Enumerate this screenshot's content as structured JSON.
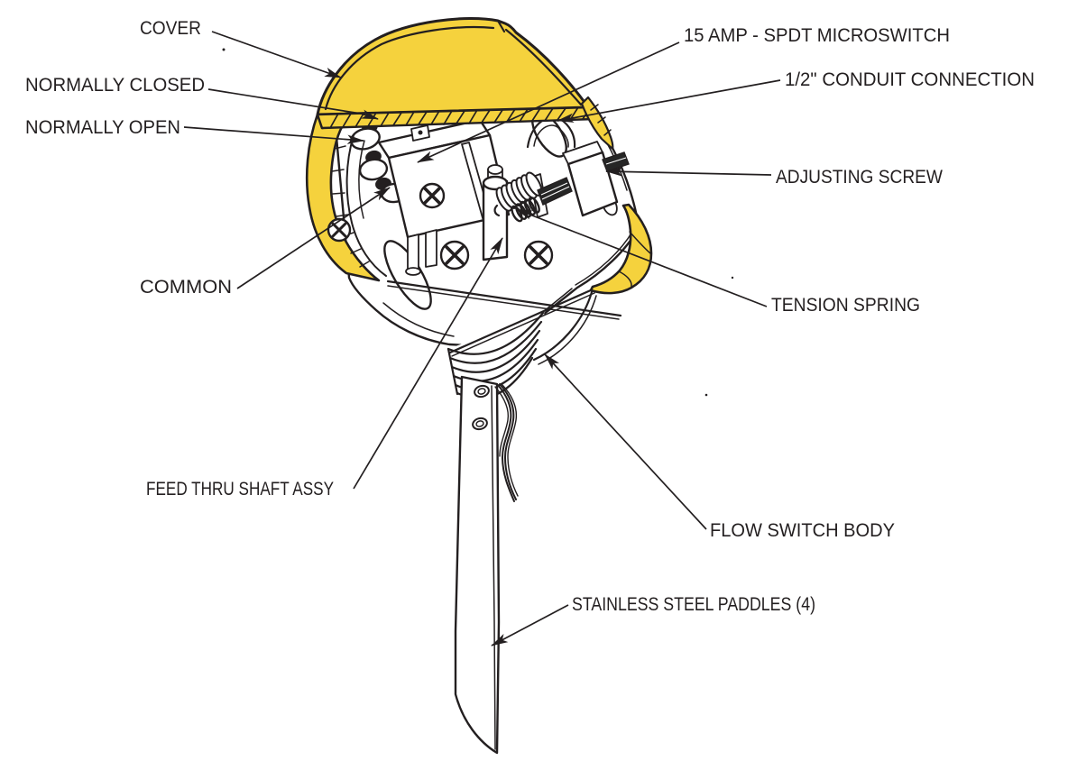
{
  "diagram": {
    "labels": {
      "cover": "COVER",
      "normally_closed": "NORMALLY CLOSED",
      "normally_open": "NORMALLY OPEN",
      "common": "COMMON",
      "feed_thru_shaft": "FEED THRU SHAFT ASSY",
      "microswitch": "15 AMP - SPDT MICROSWITCH",
      "conduit_connection": "1/2\" CONDUIT CONNECTION",
      "adjusting_screw": "ADJUSTING SCREW",
      "tension_spring": "TENSION SPRING",
      "flow_switch_body": "FLOW SWITCH BODY",
      "stainless_paddles": "STAINLESS STEEL PADDLES (4)"
    },
    "colors": {
      "cover_yellow": "#F5D23D",
      "line_ink": "#231F20",
      "background": "#FFFFFF"
    }
  }
}
